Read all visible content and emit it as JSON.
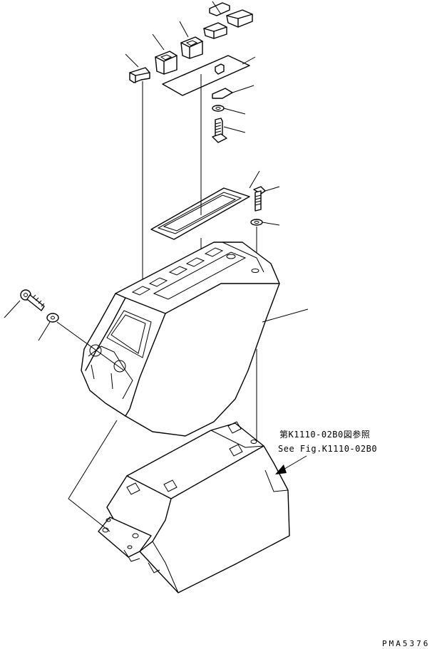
{
  "reference": {
    "line_jp": "第K1110-02B0図参照",
    "line_en": "See Fig.K1110-02B0"
  },
  "drawing_code": "PMA5376"
}
